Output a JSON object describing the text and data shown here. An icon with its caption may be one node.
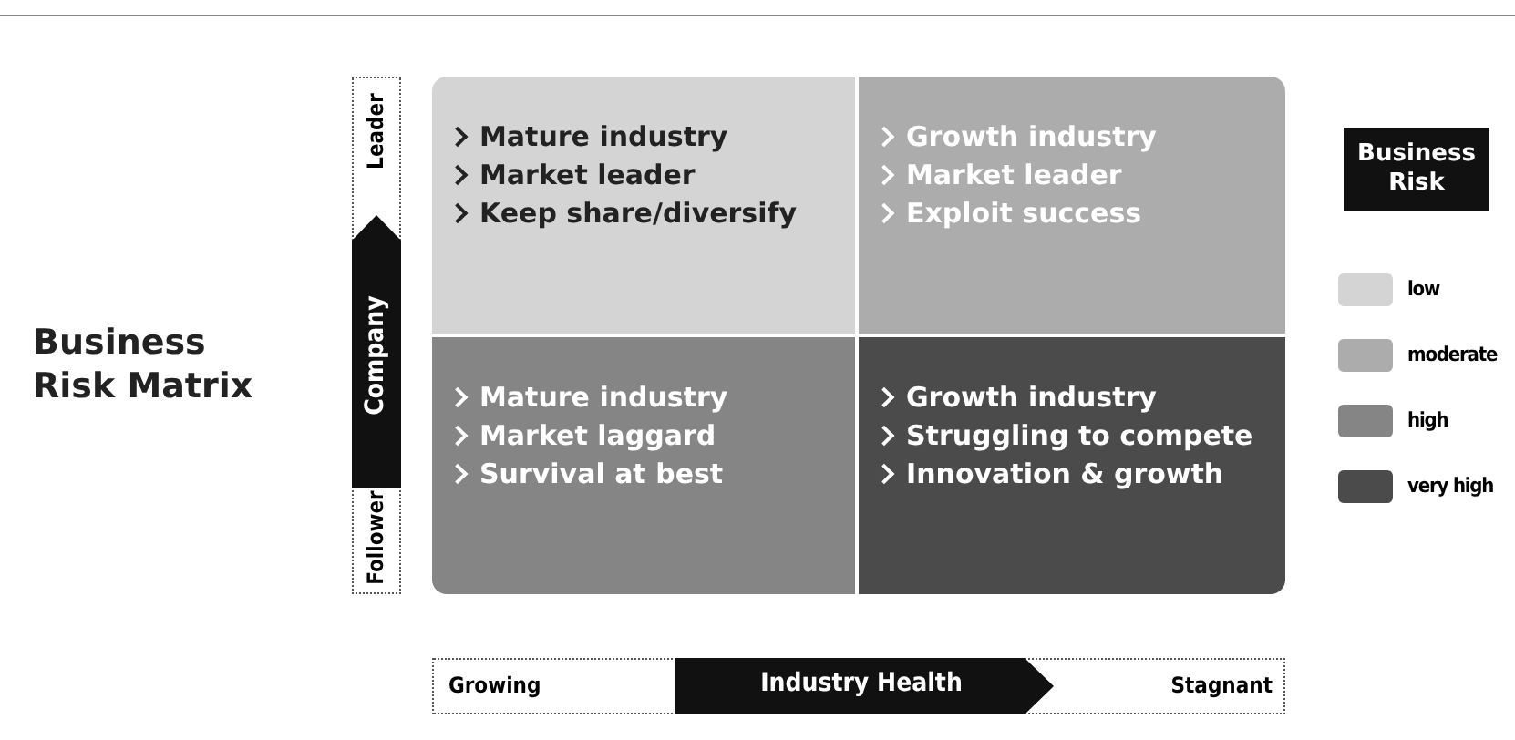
{
  "diagram": {
    "title": "Business Risk Matrix",
    "nodes": [
      {
        "text": [
          "Mature industry",
          "Market leader",
          "Keep share/diversify"
        ]
      },
      {
        "text": [
          "Growth industry",
          "Market leader",
          "Exploit success"
        ]
      },
      {
        "text": [
          "Mature industry",
          "Market laggard",
          "Survival at best"
        ]
      },
      {
        "text": [
          "Growth industry",
          "Struggling to compete",
          "Innovation & growth"
        ]
      },
      {
        "text": [
          "Business Risk"
        ]
      }
    ],
    "edges": [],
    "labels": [
      "Leader",
      "Company",
      "Follower",
      "Growing",
      "Industry Health",
      "Stagnant"
    ],
    "legend": [
      {
        "text": "low",
        "color": "#d4d4d4"
      },
      {
        "text": "moderate",
        "color": "#acacac"
      },
      {
        "text": "high",
        "color": "#858585"
      },
      {
        "text": "very high",
        "color": "#4b4b4b"
      }
    ]
  }
}
